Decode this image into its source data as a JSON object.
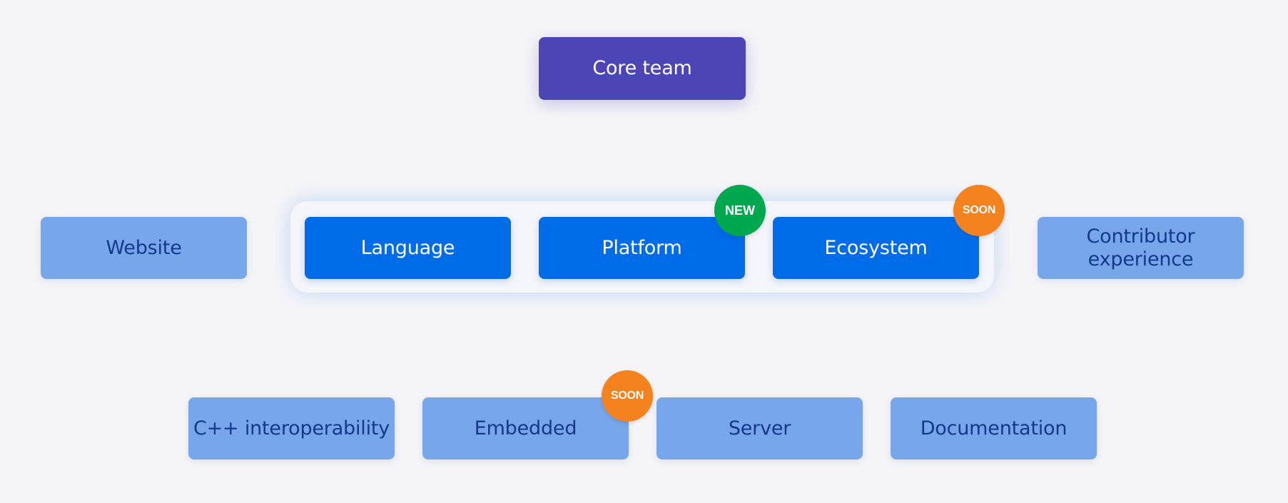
{
  "diagram": {
    "core": {
      "label": "Core team"
    },
    "middle_group": {
      "items": [
        {
          "label": "Language"
        },
        {
          "label": "Platform",
          "badge": "NEW"
        },
        {
          "label": "Ecosystem",
          "badge": "SOON"
        }
      ]
    },
    "side_items": [
      {
        "label": "Website"
      },
      {
        "label": "Contributor experience"
      }
    ],
    "bottom_items": [
      {
        "label": "C++ interoperability"
      },
      {
        "label": "Embedded",
        "badge": "SOON"
      },
      {
        "label": "Server"
      },
      {
        "label": "Documentation"
      }
    ]
  },
  "colors": {
    "background": "#f5f5f8",
    "core": "#4b45b6",
    "primary": "#006be6",
    "secondary": "#78a6ea",
    "secondary_text": "#14388c",
    "badge_new": "#00a84f",
    "badge_soon": "#f4821f"
  }
}
